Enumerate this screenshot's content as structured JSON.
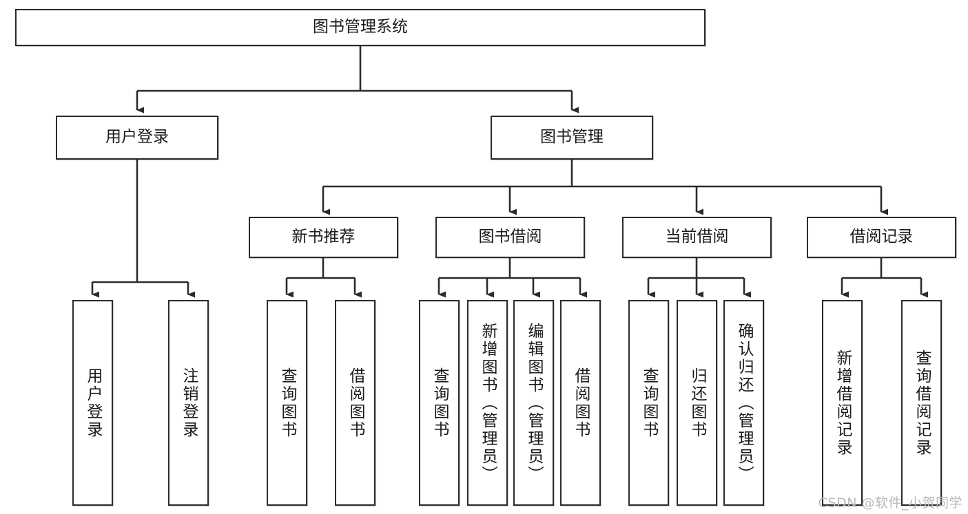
{
  "diagram": {
    "type": "tree-hierarchy",
    "title": "图书管理系统",
    "watermark": "CSDN @软件_小贺同学",
    "colors": {
      "box_border": "#2b2b2b",
      "box_fill": "#ffffff",
      "connector": "#2b2b2b",
      "text": "#1a1a1a",
      "watermark": "#b9b9b9"
    },
    "nodes": {
      "root": {
        "label": "图书管理系统",
        "orientation": "horizontal"
      },
      "level2": [
        {
          "id": "user-login",
          "label": "用户登录",
          "orientation": "horizontal"
        },
        {
          "id": "book-management",
          "label": "图书管理",
          "orientation": "horizontal"
        }
      ],
      "level3": [
        {
          "id": "new-book-recommend",
          "label": "新书推荐",
          "orientation": "horizontal"
        },
        {
          "id": "book-borrow",
          "label": "图书借阅",
          "orientation": "horizontal"
        },
        {
          "id": "current-borrow",
          "label": "当前借阅",
          "orientation": "horizontal"
        },
        {
          "id": "borrow-record",
          "label": "借阅记录",
          "orientation": "horizontal"
        }
      ],
      "leaves": [
        {
          "id": "leaf-user-login",
          "label": "用户登录",
          "parent": "user-login",
          "orientation": "vertical"
        },
        {
          "id": "leaf-user-logout",
          "label": "注销登录",
          "parent": "user-login",
          "orientation": "vertical"
        },
        {
          "id": "leaf-query-book-1",
          "label": "查询图书",
          "parent": "new-book-recommend",
          "orientation": "vertical"
        },
        {
          "id": "leaf-borrow-book-1",
          "label": "借阅图书",
          "parent": "new-book-recommend",
          "orientation": "vertical"
        },
        {
          "id": "leaf-query-book-2",
          "label": "查询图书",
          "parent": "book-borrow",
          "orientation": "vertical"
        },
        {
          "id": "leaf-add-book",
          "label": "新增图书（管理员）",
          "parent": "book-borrow",
          "orientation": "vertical"
        },
        {
          "id": "leaf-edit-book",
          "label": "编辑图书（管理员）",
          "parent": "book-borrow",
          "orientation": "vertical"
        },
        {
          "id": "leaf-borrow-book-2",
          "label": "借阅图书",
          "parent": "book-borrow",
          "orientation": "vertical"
        },
        {
          "id": "leaf-query-book-3",
          "label": "查询图书",
          "parent": "current-borrow",
          "orientation": "vertical"
        },
        {
          "id": "leaf-return-book",
          "label": "归还图书",
          "parent": "current-borrow",
          "orientation": "vertical"
        },
        {
          "id": "leaf-confirm-return",
          "label": "确认归还（管理员）",
          "parent": "current-borrow",
          "orientation": "vertical"
        },
        {
          "id": "leaf-add-record",
          "label": "新增借阅记录",
          "parent": "borrow-record",
          "orientation": "vertical"
        },
        {
          "id": "leaf-query-record",
          "label": "查询借阅记录",
          "parent": "borrow-record",
          "orientation": "vertical"
        }
      ]
    }
  }
}
